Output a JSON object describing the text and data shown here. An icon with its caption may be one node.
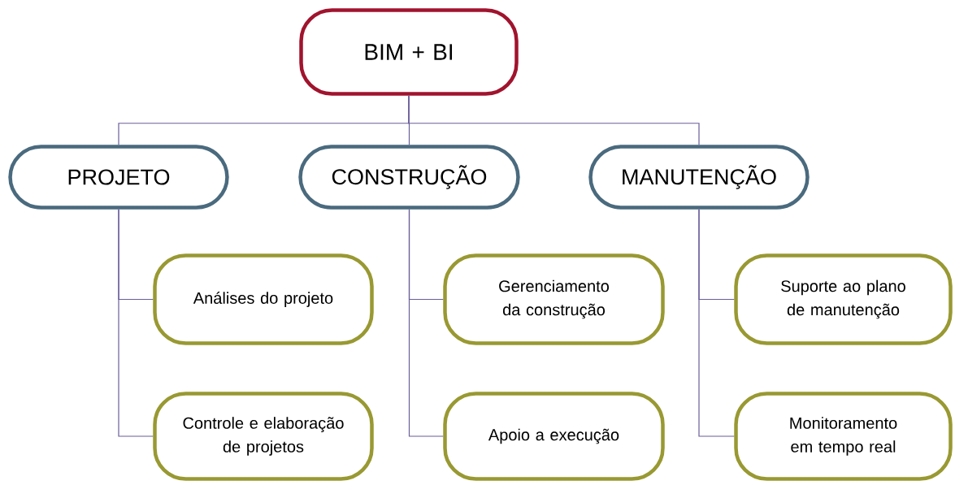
{
  "diagram": {
    "nodes": [
      {
        "text": [
          "BIM + BI"
        ]
      },
      {
        "text": [
          "PROJETO"
        ]
      },
      {
        "text": [
          "CONSTRUÇÃO"
        ]
      },
      {
        "text": [
          "MANUTENÇÃO"
        ]
      },
      {
        "text": [
          "Análises do projeto"
        ]
      },
      {
        "text": [
          "Controle e elaboração de projetos"
        ]
      },
      {
        "text": [
          "Gerenciamento da construção"
        ]
      },
      {
        "text": [
          "Apoio a execução"
        ]
      },
      {
        "text": [
          "Suporte ao plano de manutenção"
        ]
      },
      {
        "text": [
          "Monitoramento em tempo real"
        ]
      }
    ],
    "edges": [
      {
        "from": 0,
        "to": 1,
        "arrow": "none"
      },
      {
        "from": 0,
        "to": 2,
        "arrow": "none"
      },
      {
        "from": 0,
        "to": 3,
        "arrow": "none"
      },
      {
        "from": 1,
        "to": 4,
        "arrow": "none"
      },
      {
        "from": 1,
        "to": 5,
        "arrow": "none"
      },
      {
        "from": 2,
        "to": 6,
        "arrow": "none"
      },
      {
        "from": 2,
        "to": 7,
        "arrow": "none"
      },
      {
        "from": 3,
        "to": 8,
        "arrow": "none"
      },
      {
        "from": 3,
        "to": 9,
        "arrow": "none"
      }
    ]
  }
}
